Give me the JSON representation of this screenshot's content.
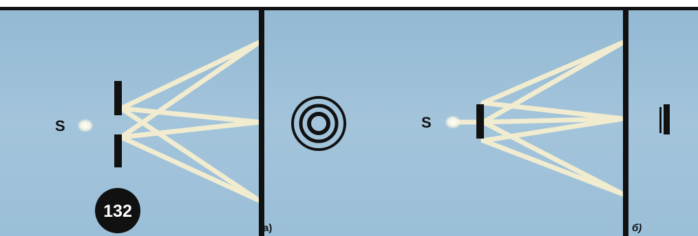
{
  "panel_a": {
    "source_label": "S",
    "badge_number": "132",
    "caption": "а)"
  },
  "panel_b": {
    "source_label": "S",
    "caption": "б)"
  },
  "colors": {
    "background": "#9ec1d9",
    "beam": "#f6efcf",
    "ink": "#111111",
    "source_glow": "#fbf7e4"
  },
  "icons": {
    "rings": "concentric-rings-icon",
    "badge": "page-number-badge"
  }
}
